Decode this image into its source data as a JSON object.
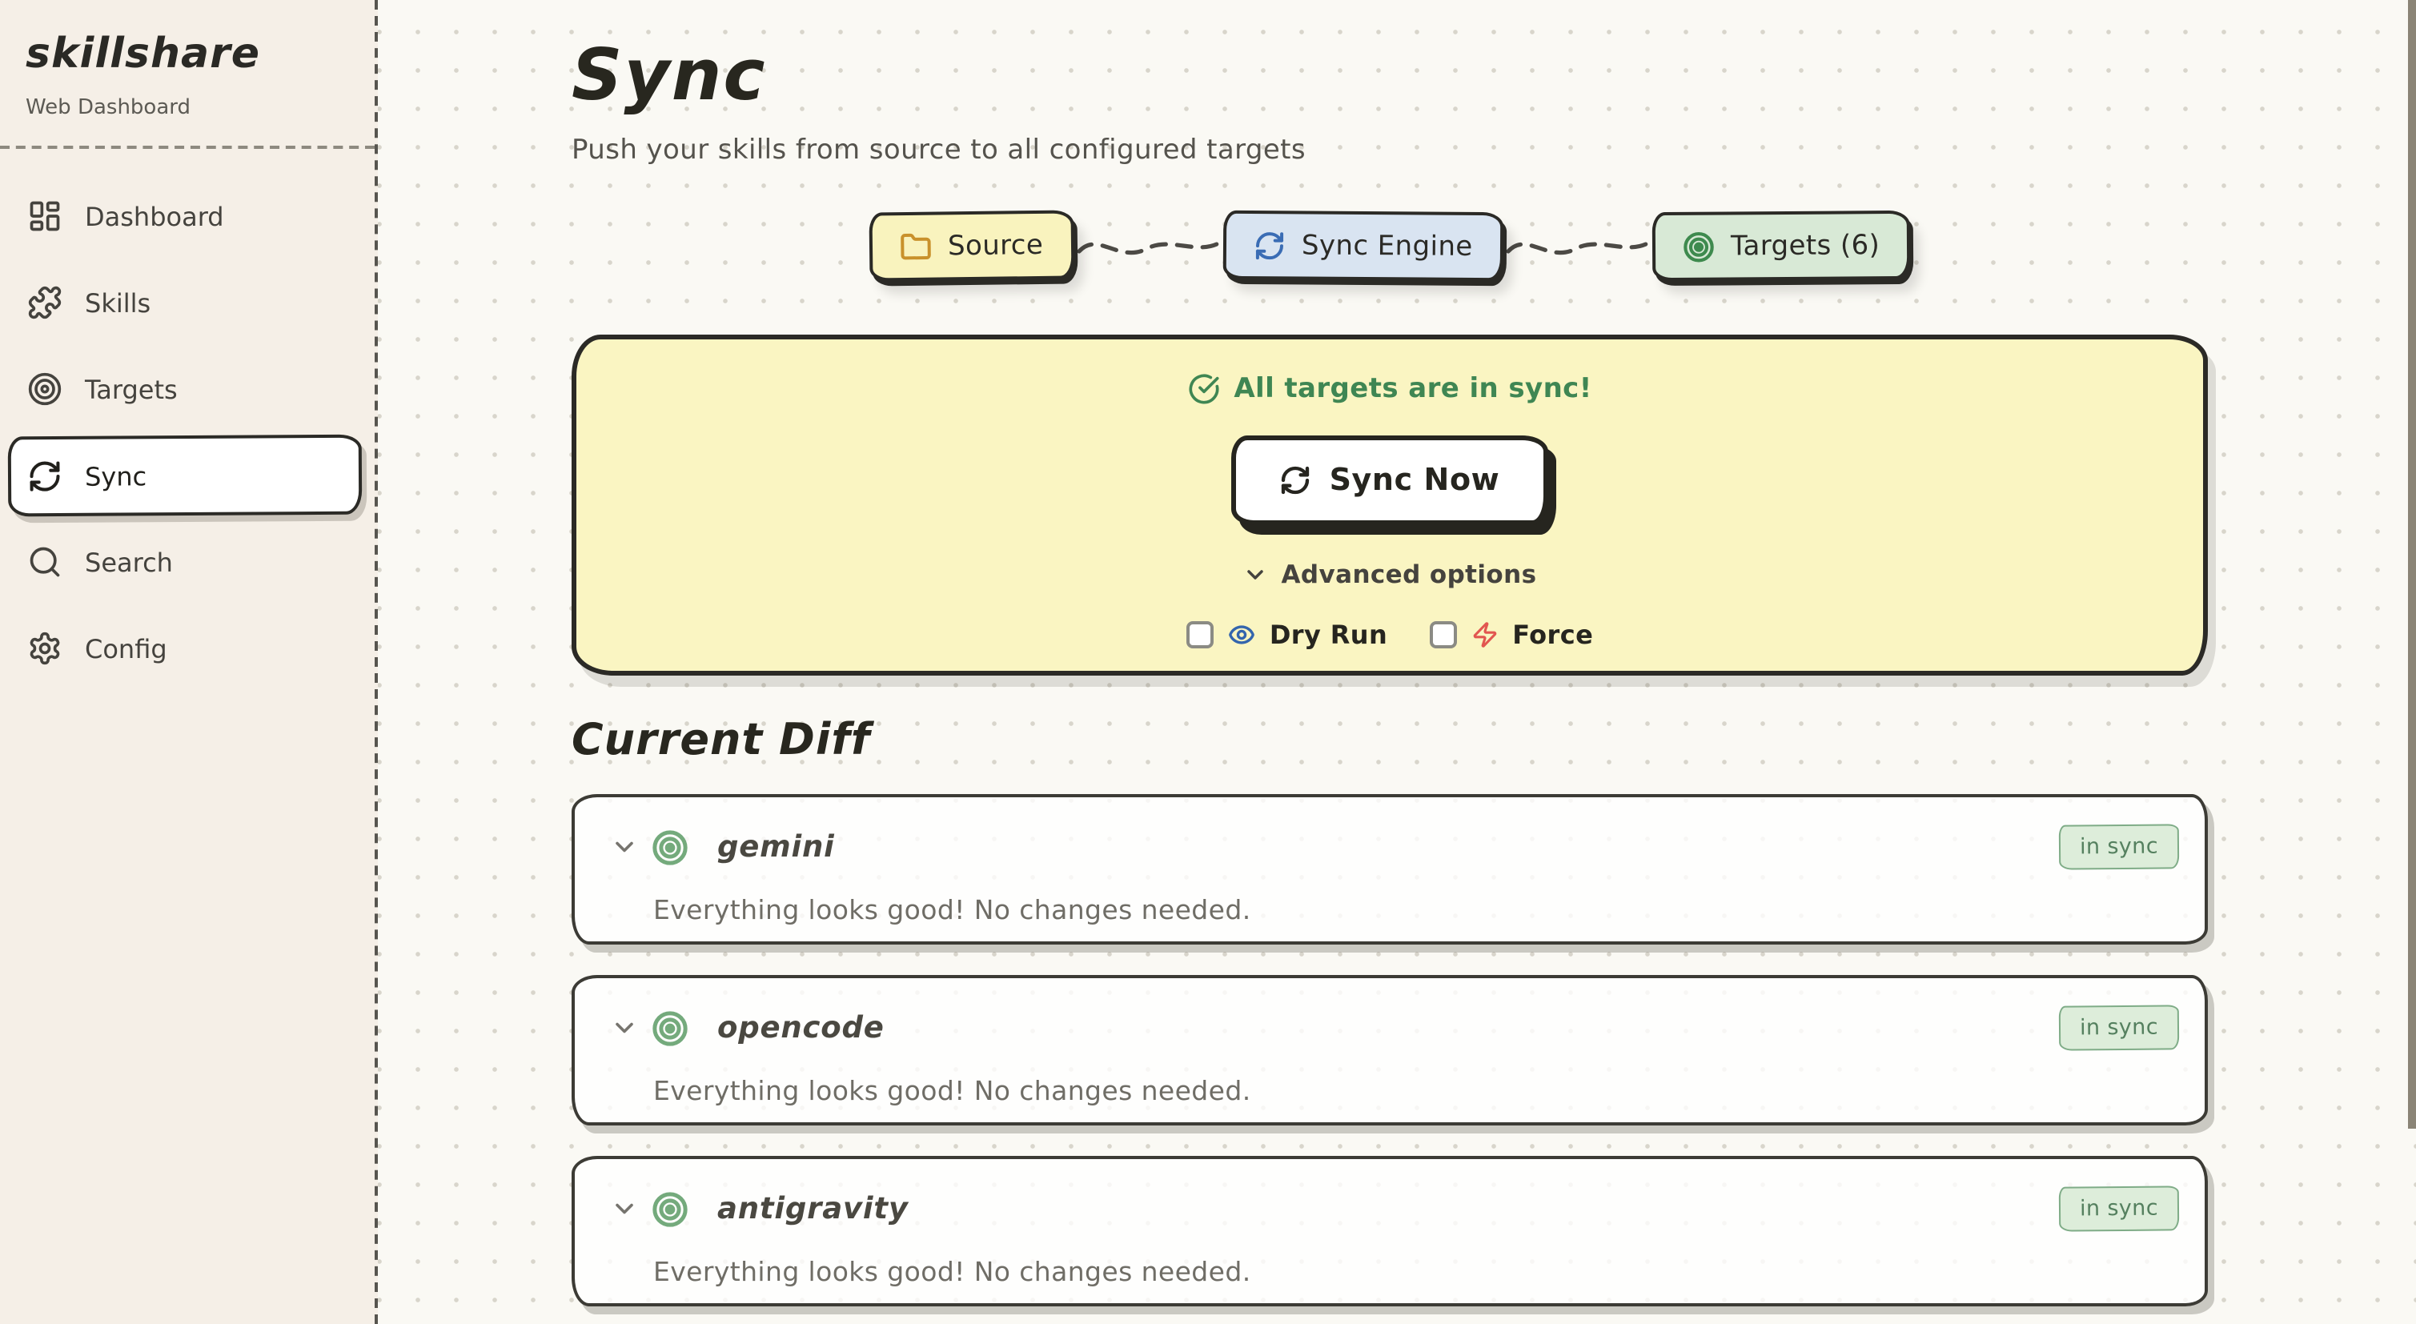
{
  "sidebar": {
    "logo": "skillshare",
    "subtitle": "Web Dashboard",
    "items": [
      {
        "label": "Dashboard",
        "icon": "dashboard-icon",
        "active": false
      },
      {
        "label": "Skills",
        "icon": "puzzle-icon",
        "active": false
      },
      {
        "label": "Targets",
        "icon": "target-icon",
        "active": false
      },
      {
        "label": "Sync",
        "icon": "refresh-icon",
        "active": true
      },
      {
        "label": "Search",
        "icon": "search-icon",
        "active": false
      },
      {
        "label": "Config",
        "icon": "gear-icon",
        "active": false
      }
    ]
  },
  "header": {
    "title": "Sync",
    "subtitle": "Push your skills from source to all configured targets"
  },
  "flow": {
    "source_label": "Source",
    "engine_label": "Sync Engine",
    "targets_label": "Targets (6)"
  },
  "sync_panel": {
    "status_message": "All targets are in sync!",
    "sync_button_label": "Sync Now",
    "advanced_options_label": "Advanced options",
    "dry_run_label": "Dry Run",
    "force_label": "Force",
    "dry_run_checked": false,
    "force_checked": false
  },
  "diff_section": {
    "heading": "Current Diff",
    "cards": [
      {
        "name": "gemini",
        "status": "in sync",
        "message": "Everything looks good! No changes needed."
      },
      {
        "name": "opencode",
        "status": "in sync",
        "message": "Everything looks good! No changes needed."
      },
      {
        "name": "antigravity",
        "status": "in sync",
        "message": "Everything looks good! No changes needed."
      }
    ]
  },
  "colors": {
    "sidebar_bg": "#f5efe7",
    "main_bg": "#faf9f4",
    "ink": "#2b2a26",
    "panel_yellow": "#faf5c2",
    "source_yellow": "#f9f3be",
    "engine_blue": "#d9e4f1",
    "targets_green": "#d8e9d6",
    "status_green": "#3f8653",
    "badge_green_bg": "#ddedda",
    "badge_green_text": "#55805f",
    "folder_amber": "#c9912c",
    "engine_icon_blue": "#3a6cb4",
    "eye_blue": "#3465ad",
    "zap_red": "#e25650",
    "scrollbar_gray": "#8a8476"
  }
}
